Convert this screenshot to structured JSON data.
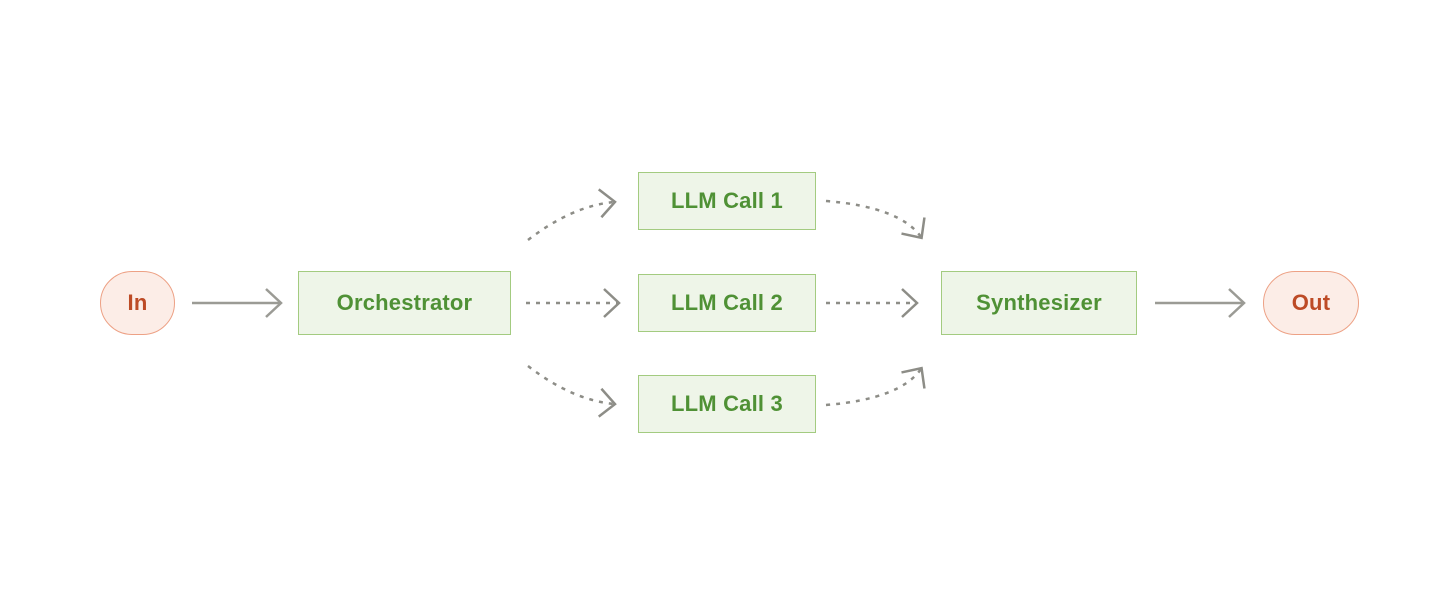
{
  "diagram": {
    "nodes": {
      "in": {
        "label": "In",
        "shape": "pill"
      },
      "orchestrator": {
        "label": "Orchestrator",
        "shape": "rect"
      },
      "llm_call_1": {
        "label": "LLM Call 1",
        "shape": "rect"
      },
      "llm_call_2": {
        "label": "LLM Call 2",
        "shape": "rect"
      },
      "llm_call_3": {
        "label": "LLM Call 3",
        "shape": "rect"
      },
      "synthesizer": {
        "label": "Synthesizer",
        "shape": "rect"
      },
      "out": {
        "label": "Out",
        "shape": "pill"
      }
    },
    "edges": [
      {
        "from": "in",
        "to": "orchestrator",
        "style": "solid"
      },
      {
        "from": "orchestrator",
        "to": "llm_call_1",
        "style": "dashed"
      },
      {
        "from": "orchestrator",
        "to": "llm_call_2",
        "style": "dashed"
      },
      {
        "from": "orchestrator",
        "to": "llm_call_3",
        "style": "dashed"
      },
      {
        "from": "llm_call_1",
        "to": "synthesizer",
        "style": "dashed"
      },
      {
        "from": "llm_call_2",
        "to": "synthesizer",
        "style": "dashed"
      },
      {
        "from": "llm_call_3",
        "to": "synthesizer",
        "style": "dashed"
      },
      {
        "from": "synthesizer",
        "to": "out",
        "style": "solid"
      }
    ],
    "colors": {
      "green_bg": "#eef5e8",
      "green_border": "#a3cb80",
      "green_text": "#4f9135",
      "pink_bg": "#fcede7",
      "pink_border": "#eda185",
      "pink_text": "#bd4b26",
      "arrow_solid": "#9b9b95",
      "arrow_dashed": "#8d8d87"
    }
  }
}
